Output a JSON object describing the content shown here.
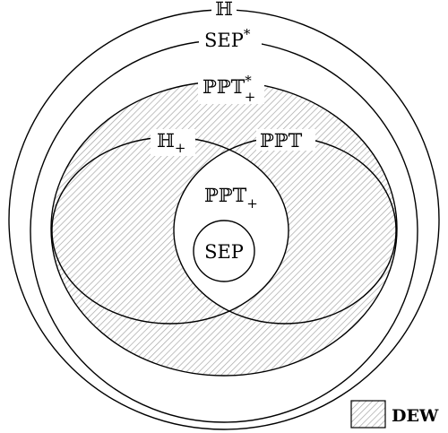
{
  "sets": {
    "H": {
      "base": "ℍ"
    },
    "SEP_star": {
      "base": "SEP",
      "sup": "*"
    },
    "PPT_star_plus": {
      "base": "ℙℙ𝕋",
      "sup": "*",
      "sub": "+"
    },
    "H_plus": {
      "base": "ℍ",
      "sub": "+"
    },
    "PPT": {
      "base": "ℙℙ𝕋"
    },
    "PPT_plus": {
      "base": "ℙℙ𝕋",
      "sub": "+"
    },
    "SEP": {
      "base": "SEP"
    }
  },
  "legend": {
    "label": "DEW",
    "pattern": "hatched"
  },
  "colors": {
    "stroke": "#000000",
    "hatch": "#9a9a9a",
    "background": "#ffffff"
  }
}
